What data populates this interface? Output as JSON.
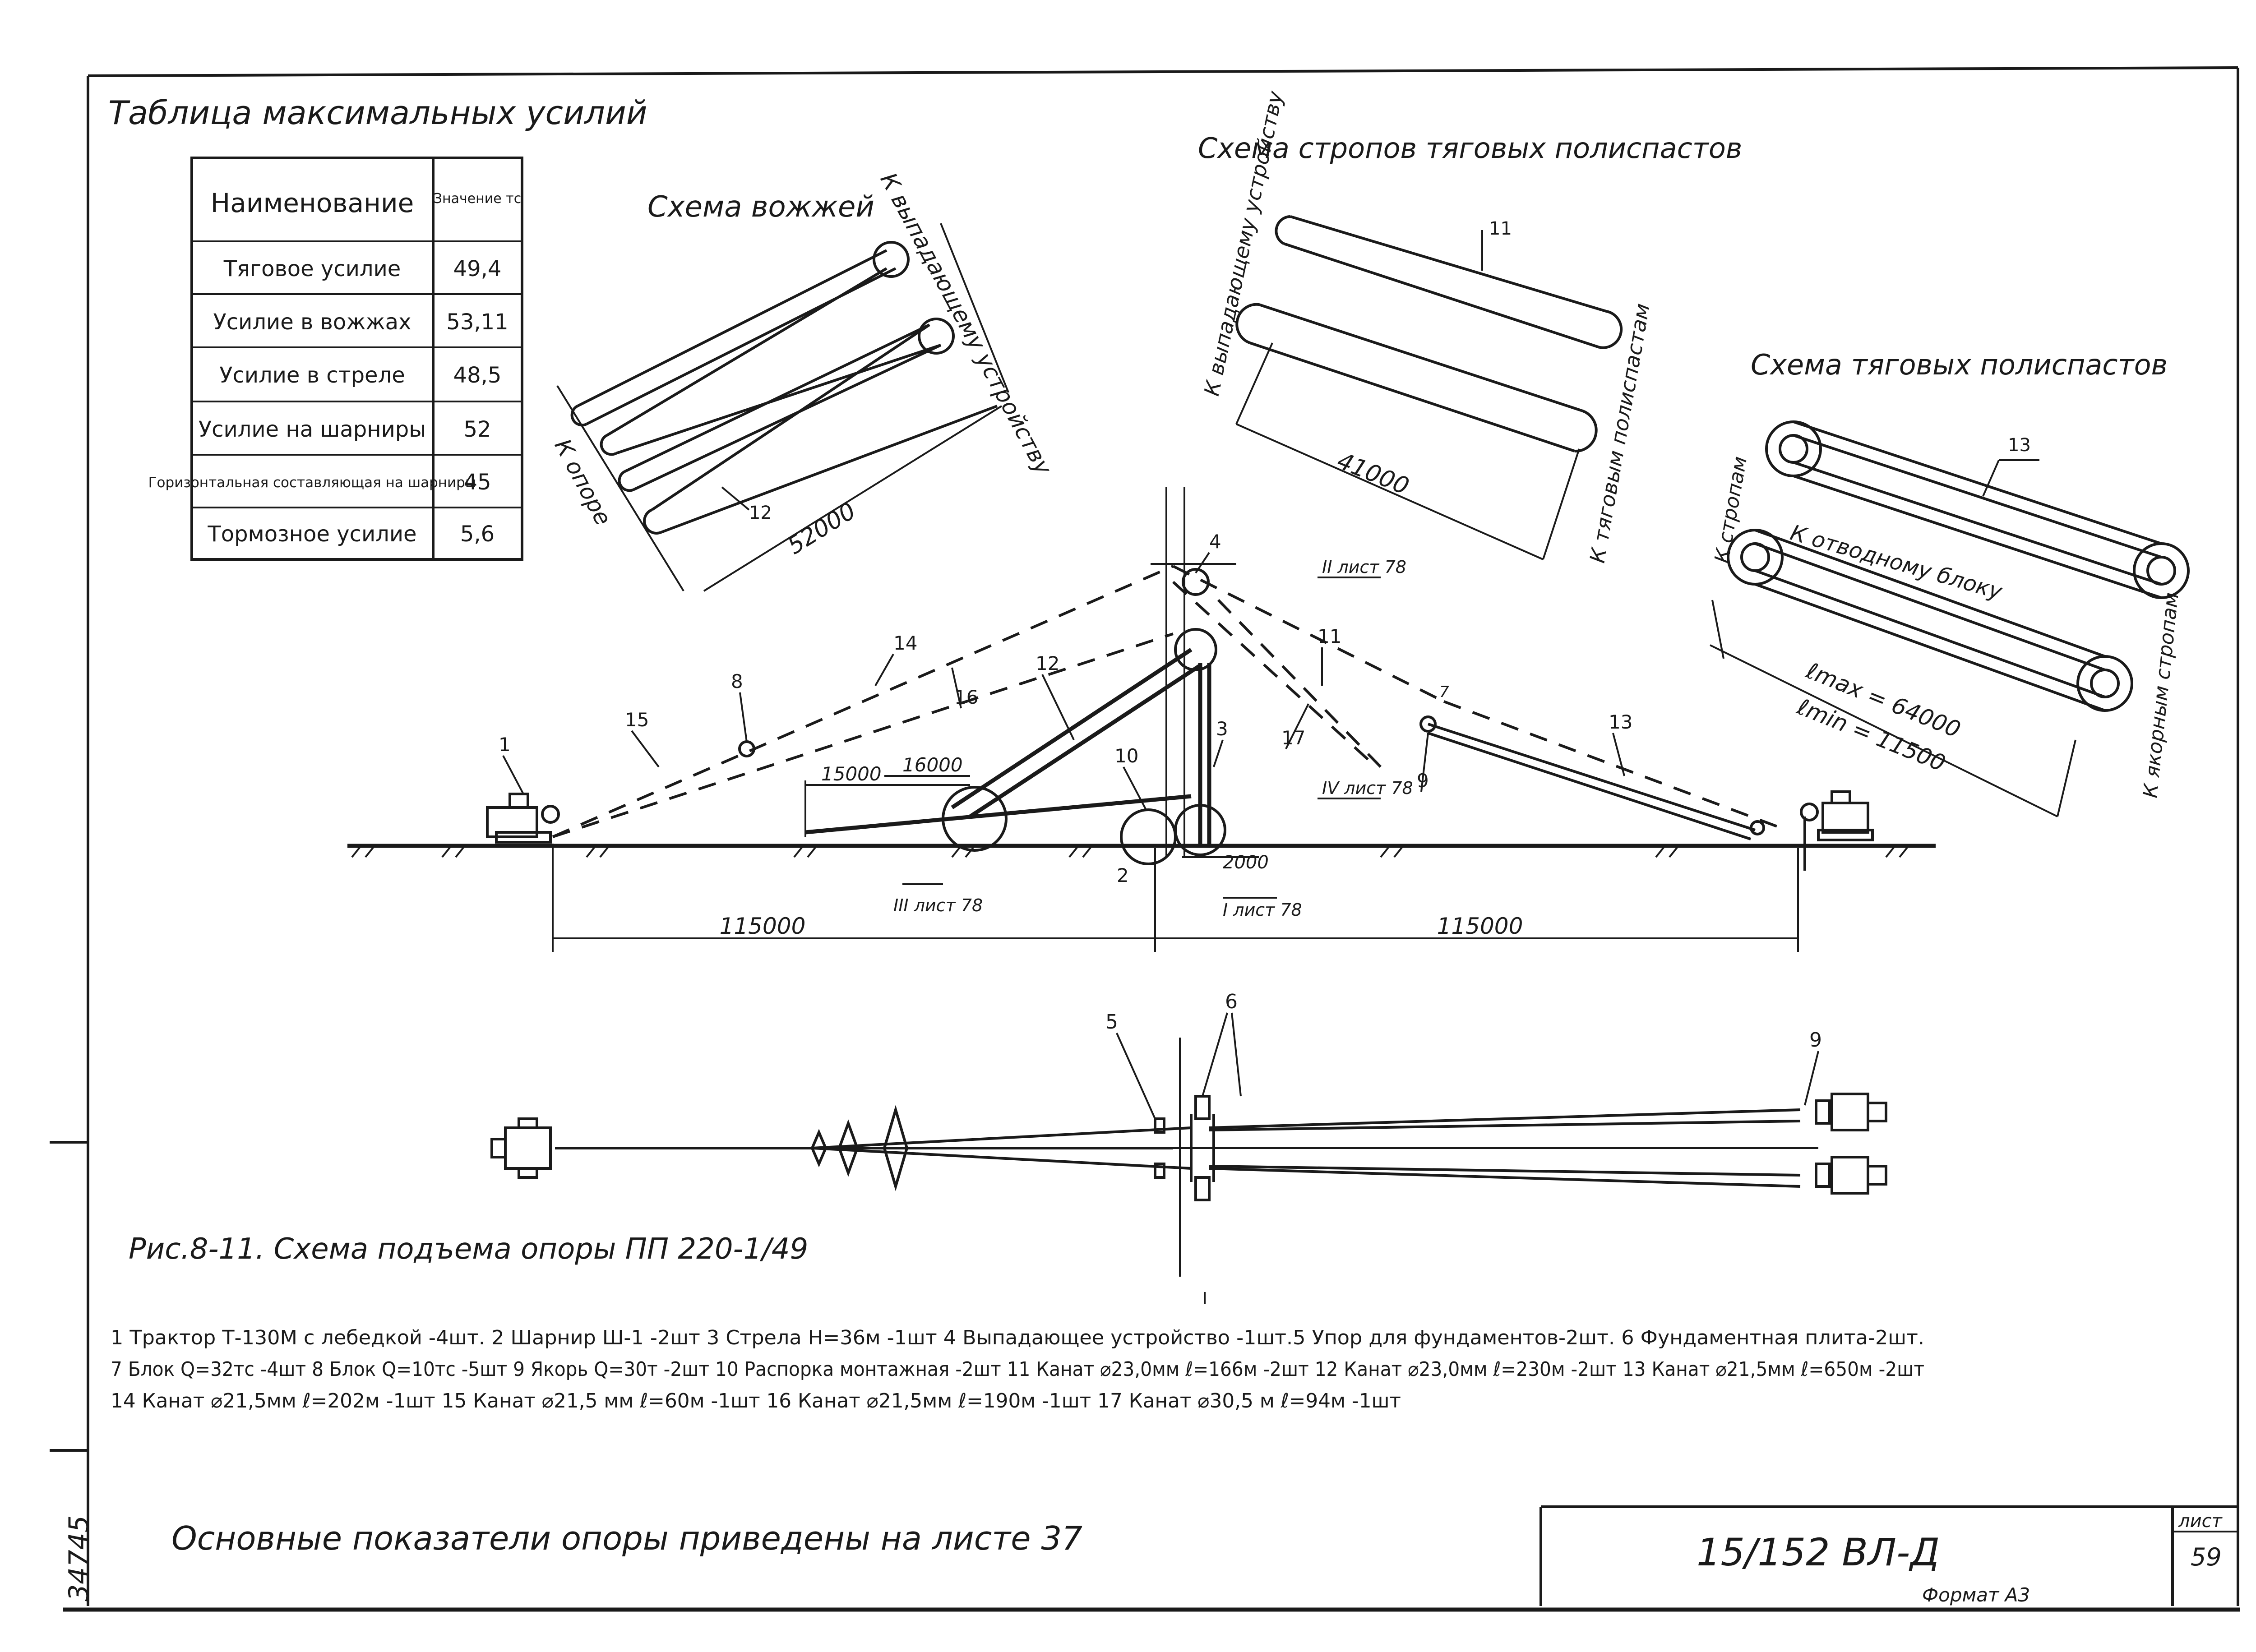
{
  "table": {
    "title": "Таблица максимальных усилий",
    "header_name": "Наименование",
    "header_value": "Значение тс",
    "rows": [
      {
        "name": "Тяговое усилие",
        "value": "49,4"
      },
      {
        "name": "Усилие в вожжах",
        "value": "53,11"
      },
      {
        "name": "Усилие в стреле",
        "value": "48,5"
      },
      {
        "name": "Усилие на шарниры",
        "value": "52"
      },
      {
        "name": "Горизонтальная составляющая на шарниры",
        "value": "45"
      },
      {
        "name": "Тормозное усилие",
        "value": "5,6"
      }
    ]
  },
  "schema_vozhzhey": {
    "title": "Схема вожжей",
    "label_device": "К выпадающему устройству",
    "label_support": "К опоре",
    "dimension": "52000",
    "item": "12"
  },
  "schema_stropov": {
    "title": "Схема стропов тяговых полиспастов",
    "label_device": "К выпадающему устройству",
    "label_polispast": "К тяговым полиспастам",
    "dimension": "41000",
    "item": "11"
  },
  "schema_polispastov": {
    "title": "Схема тяговых полиспастов",
    "label_stropam": "К стропам",
    "label_block": "К отводному блоку",
    "label_anchor": "К якорным стропам",
    "lmax": "ℓmax = 64000",
    "lmin": "ℓmin = 11500",
    "item": "13"
  },
  "main_view": {
    "callouts": [
      "1",
      "2",
      "3",
      "4",
      "8",
      "9",
      "10",
      "11",
      "12",
      "13",
      "14",
      "15",
      "16",
      "17"
    ],
    "dim_15000_a": "15000",
    "dim_16000": "16000",
    "dim_2000": "2000",
    "dim_left": "115000",
    "dim_right": "115000",
    "ref_II": "II лист 78",
    "ref_III": "III лист 78",
    "ref_IV": "IV лист 78",
    "ref_I": "I лист 78",
    "label_7": "7"
  },
  "plan_view": {
    "callout_5": "5",
    "callout_6": "6",
    "callout_9": "9",
    "axis_label": "I"
  },
  "figure_caption": "Рис.8-11. Схема подъема опоры ПП 220-1/49",
  "legend": {
    "line1": "1 Трактор Т-130М с лебедкой -4шт. 2 Шарнир Ш-1 -2шт 3 Стрела H=36м -1шт 4 Выпадающее устройство -1шт.5 Упор для фундаментов-2шт. 6 Фундаментная плита-2шт.",
    "line2": "7 Блок Q=32тс -4шт 8 Блок Q=10тс -5шт 9 Якорь Q=30т -2шт 10 Распорка монтажная -2шт 11 Канат ⌀23,0мм ℓ=166м -2шт 12 Канат ⌀23,0мм ℓ=230м -2шт 13 Канат ⌀21,5мм ℓ=650м -2шт",
    "line3": "14 Канат ⌀21,5мм ℓ=202м -1шт 15 Канат ⌀21,5 мм ℓ=60м -1шт 16 Канат ⌀21,5мм ℓ=190м -1шт 17 Канат ⌀30,5 м ℓ=94м -1шт"
  },
  "footer": {
    "note": "Основные показатели опоры приведены на листе 37",
    "doc_code": "15/152 ВЛ-Д",
    "sheet_label": "лист",
    "sheet_number": "59",
    "format": "Формат А3",
    "side_number": "34745"
  }
}
